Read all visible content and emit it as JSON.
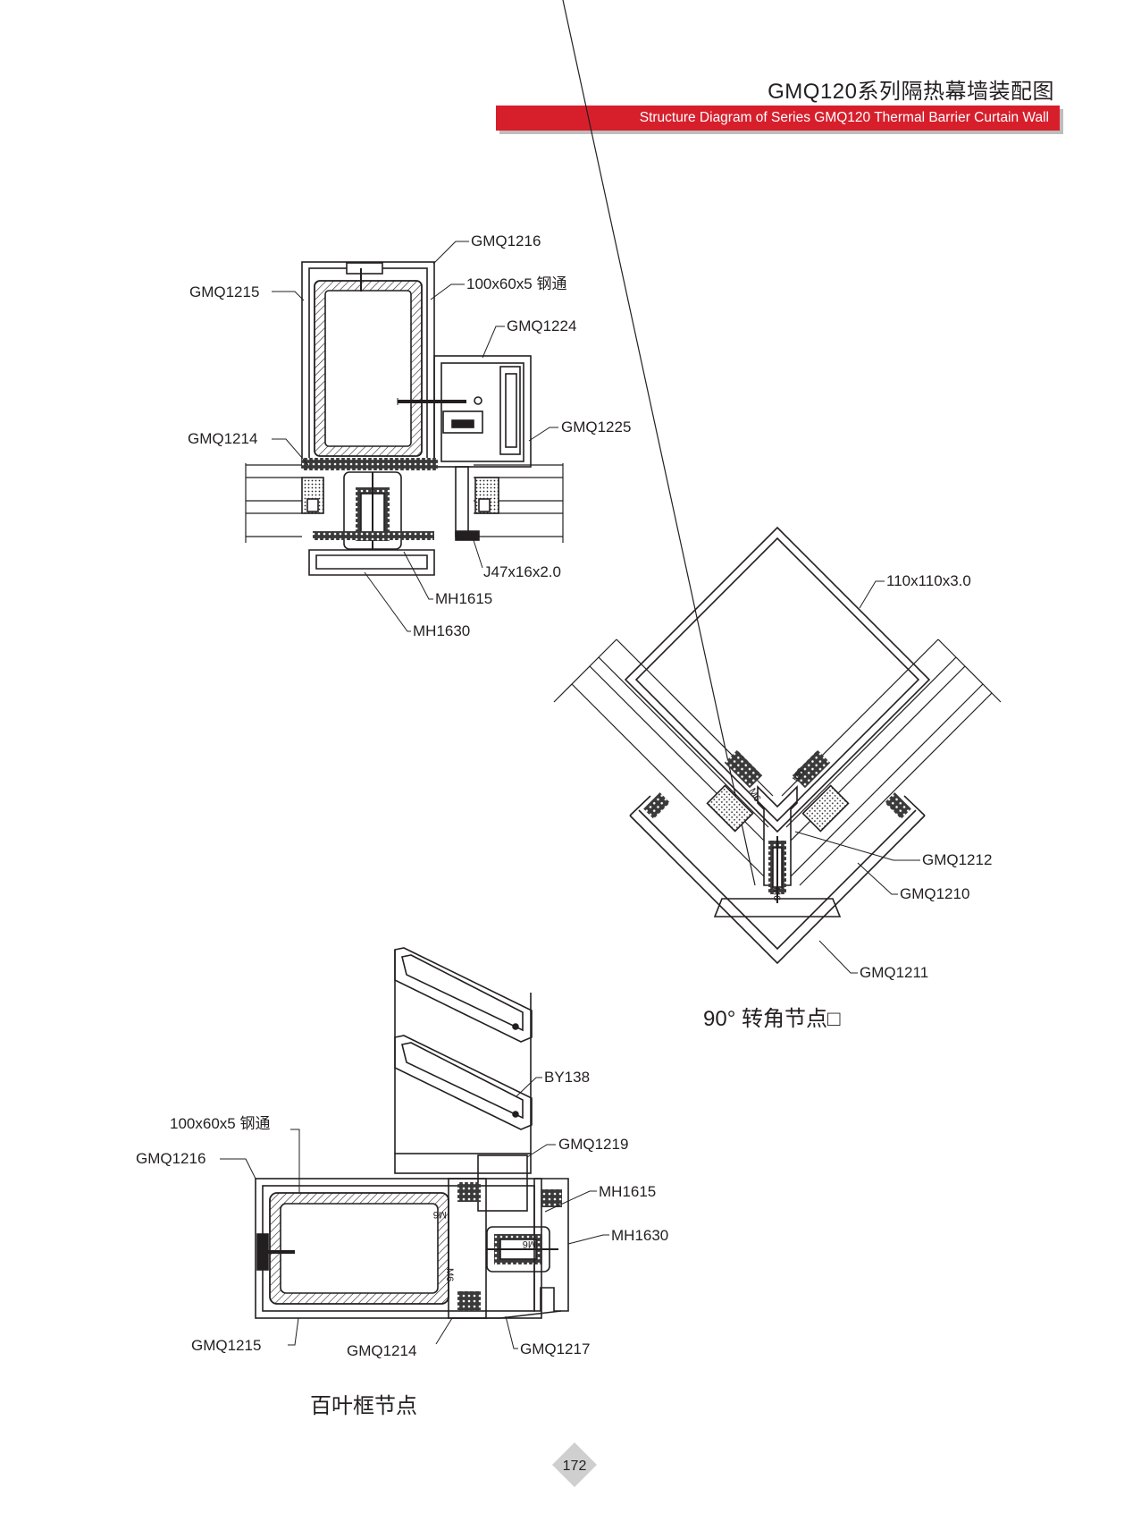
{
  "header": {
    "title": "GMQ120系列隔热幕墙装配图",
    "subtitle": "Structure Diagram of Series GMQ120 Thermal Barrier Curtain Wall",
    "banner_color": "#d71f2c"
  },
  "node1": {
    "labels": {
      "gmq1216": "GMQ1216",
      "steel_tube": "100x60x5  钢通",
      "gmq1215": "GMQ1215",
      "gmq1224": "GMQ1224",
      "gmq1225": "GMQ1225",
      "gmq1214": "GMQ1214",
      "j47": "J47x16x2.0",
      "mh1615": "MH1615",
      "mh1630": "MH1630"
    }
  },
  "node2": {
    "caption": "90°  转角节点□",
    "labels": {
      "tube": "110x110x3.0",
      "gmq1212": "GMQ1212",
      "gmq1210": "GMQ1210",
      "gmq1211": "GMQ1211",
      "m6": "M6"
    }
  },
  "node3": {
    "caption": "百叶框节点",
    "labels": {
      "by138": "BY138",
      "steel_tube": "100x60x5 钢通",
      "gmq1216": "GMQ1216",
      "gmq1219": "GMQ1219",
      "mh1615": "MH1615",
      "mh1630": "MH1630",
      "gmq1215": "GMQ1215",
      "gmq1214": "GMQ1214",
      "gmq1217": "GMQ1217",
      "m6": "M6"
    }
  },
  "page_number": "172"
}
